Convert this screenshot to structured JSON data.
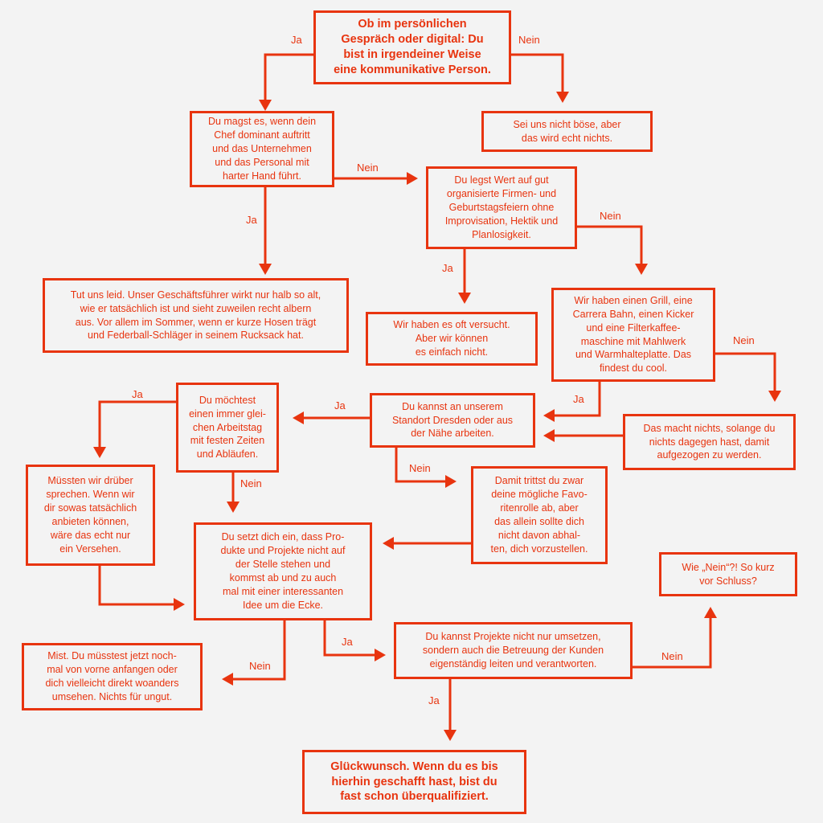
{
  "nodes": {
    "q_start": "Ob im persönlichen\nGespräch oder digital: Du\nbist in irgendeiner Weise\neine kommunikative Person.",
    "r_nicht_boese": "Sei uns nicht böse, aber\ndas wird echt nichts.",
    "q_chef": "Du magst es, wenn dein\nChef dominant auftritt\nund das Unternehmen\nund das Personal mit\nharter Hand führt.",
    "q_feiern": "Du legst Wert auf gut\norganisierte Firmen- und\nGeburtstagsfeiern ohne\nImprovisation, Hektik und\nPlanlosigkeit.",
    "r_tut_leid": "Tut uns leid. Unser Geschäftsführer wirkt nur halb so alt,\nwie er tatsächlich ist und sieht zuweilen recht albern\naus. Vor allem im Sommer, wenn er kurze Hosen trägt\nund Federball-Schläger in seinem Rucksack hat.",
    "r_versucht": "Wir haben es oft versucht.\nAber wir können\nes einfach nicht.",
    "q_grill": "Wir haben einen Grill, eine\nCarrera Bahn, einen Kicker\nund eine Filterkaffee-\nmaschine mit Mahlwerk\nund Warmhalteplatte. Das\nfindest du cool.",
    "q_arbeitstag": "Du möchtest\neinen immer glei-\nchen Arbeitstag\nmit festen Zeiten\nund Abläufen.",
    "q_dresden": "Du kannst an unserem\nStandort Dresden oder aus\nder Nähe arbeiten.",
    "r_aufgezogen": "Das macht nichts, solange du\nnichts dagegen hast, damit\naufgezogen zu werden.",
    "r_versehen": "Müssten wir drüber\nsprechen. Wenn wir\ndir sowas tatsächlich\nanbieten können,\nwäre das echt nur\nein Versehen.",
    "r_favoritenrolle": "Damit trittst du zwar\ndeine mögliche Favo-\nritenrolle ab, aber\ndas allein sollte dich\nnicht davon abhal-\nten, dich vorzustellen.",
    "q_produkte": "Du setzt dich ein, dass Pro-\ndukte und Projekte nicht auf\nder Stelle stehen und\nkommst ab und zu auch\nmal mit einer interessanten\nIdee um die Ecke.",
    "r_nein_schluss": "Wie „Nein“?! So kurz\nvor Schluss?",
    "q_projekte": "Du kannst Projekte nicht nur umsetzen,\nsondern auch die Betreuung der Kunden\neigenständig leiten und verantworten.",
    "r_mist": "Mist. Du müsstest jetzt noch-\nmal von vorne anfangen oder\ndich vielleicht direkt woanders\numsehen. Nichts für ungut.",
    "r_glueckwunsch": "Glückwunsch. Wenn du es bis\nhierhin geschafft hast, bist du\nfast schon überqualifiziert."
  },
  "labels": {
    "start_ja": "Ja",
    "start_nein": "Nein",
    "chef_nein": "Nein",
    "chef_ja": "Ja",
    "feiern_nein": "Nein",
    "feiern_ja": "Ja",
    "grill_nein": "Nein",
    "grill_ja": "Ja",
    "dresden_ja": "Ja",
    "dresden_nein": "Nein",
    "arbeitstag_ja": "Ja",
    "arbeitstag_nein": "Nein",
    "produkte_ja": "Ja",
    "produkte_nein": "Nein",
    "projekte_nein": "Nein",
    "projekte_ja": "Ja"
  },
  "colors": {
    "accent": "#e8340f",
    "background": "#f3f3f3"
  }
}
